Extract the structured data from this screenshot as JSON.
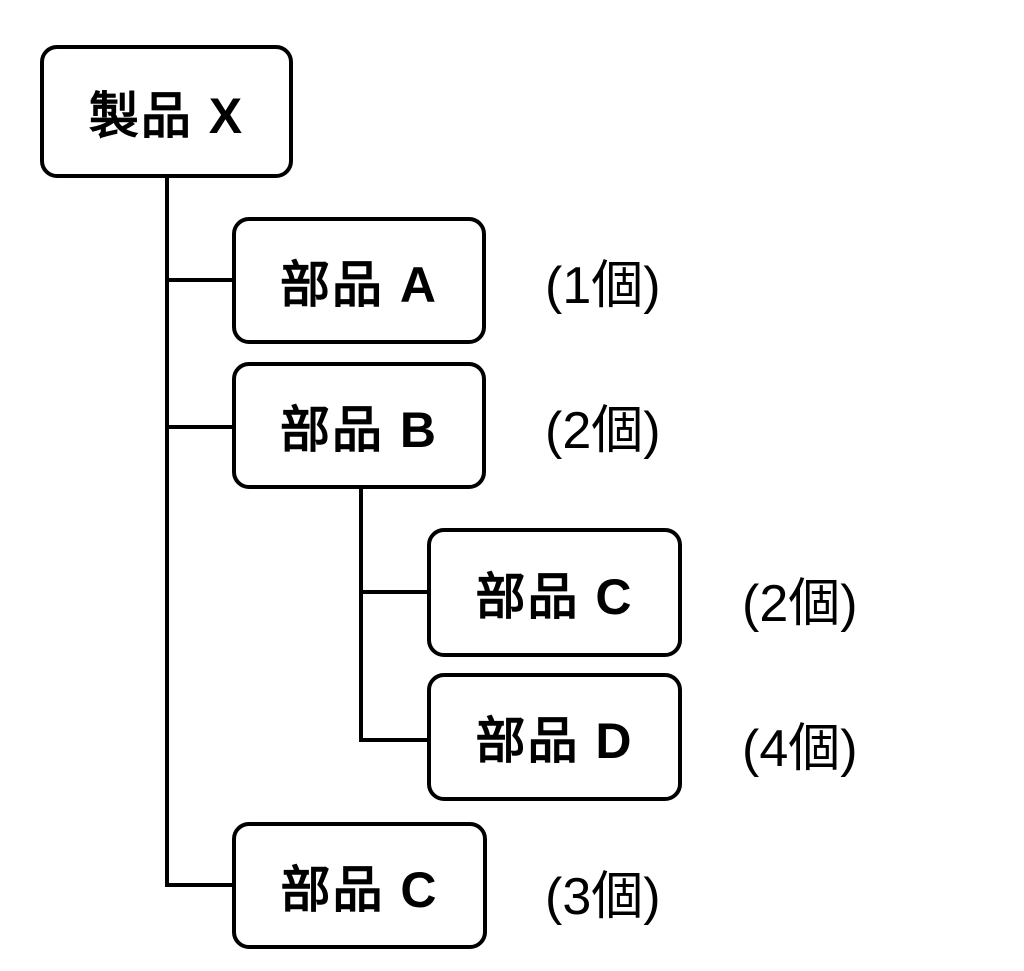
{
  "diagram": {
    "type": "tree",
    "nodes": {
      "product_x": {
        "label": "製品 X"
      },
      "part_a": {
        "label": "部品 A",
        "qty": "(1個)"
      },
      "part_b": {
        "label": "部品 B",
        "qty": "(2個)"
      },
      "part_c_under_b": {
        "label": "部品 C",
        "qty": "(2個)"
      },
      "part_d": {
        "label": "部品 D",
        "qty": "(4個)"
      },
      "part_c_under_x": {
        "label": "部品 C",
        "qty": "(3個)"
      }
    },
    "edges": [
      {
        "from": "product_x",
        "to": "part_a"
      },
      {
        "from": "product_x",
        "to": "part_b"
      },
      {
        "from": "product_x",
        "to": "part_c_under_x"
      },
      {
        "from": "part_b",
        "to": "part_c_under_b"
      },
      {
        "from": "part_b",
        "to": "part_d"
      }
    ],
    "colors": {
      "background": "#ffffff",
      "border": "#000000",
      "line": "#000000",
      "text": "#000000"
    }
  }
}
